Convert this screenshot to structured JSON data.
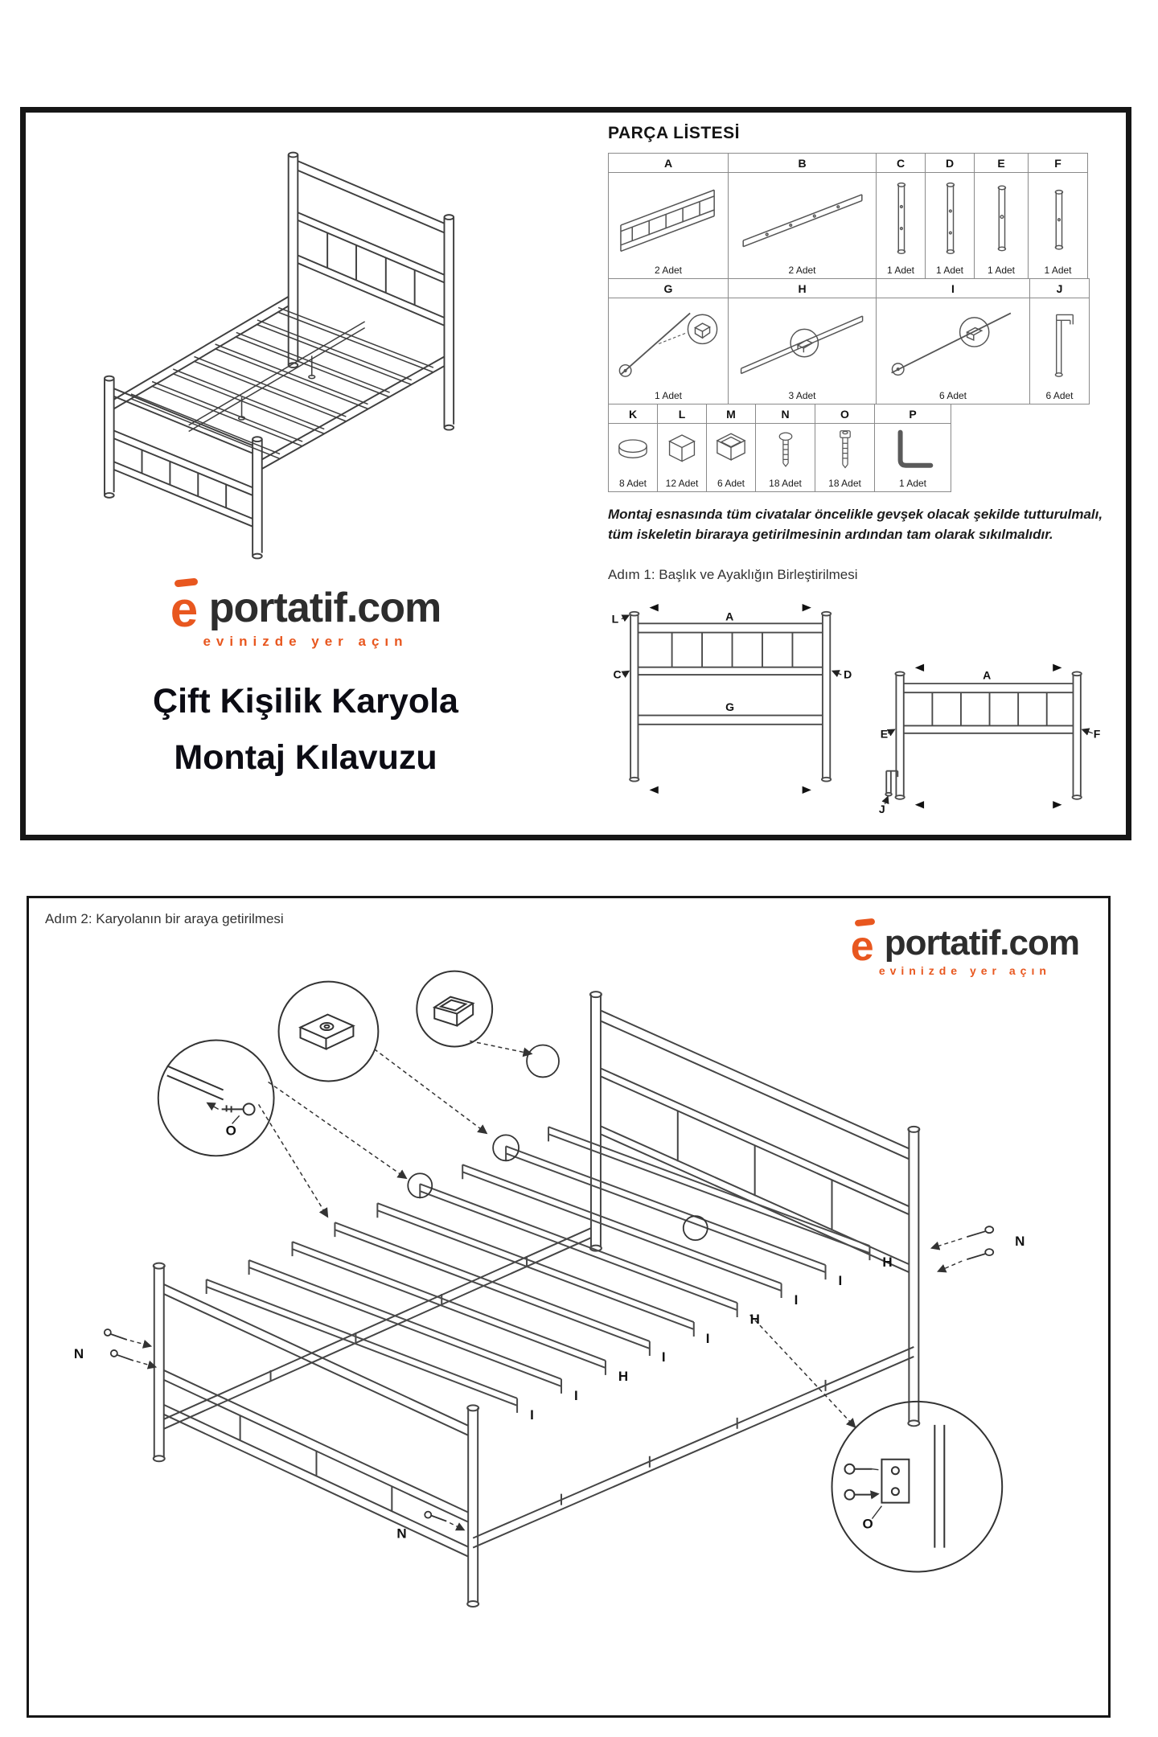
{
  "brand": {
    "name": "portatif.com",
    "tagline": "evinizde yer açın",
    "accent": "#E8571F"
  },
  "page1": {
    "parts_heading": "PARÇA LİSTESİ",
    "title_line1": "Çift Kişilik Karyola",
    "title_line2": "Montaj Kılavuzu",
    "warning": "Montaj esnasında tüm civatalar öncelikle gevşek olacak şekilde tutturulmalı, tüm iskeletin biraraya getirilmesinin ardından tam olarak sıkılmalıdır.",
    "step1_heading": "Adım 1: Başlık ve Ayaklığın Birleştirilmesi",
    "parts": {
      "row1": [
        {
          "label": "A",
          "qty": "2 Adet"
        },
        {
          "label": "B",
          "qty": "2 Adet"
        },
        {
          "label": "C",
          "qty": "1 Adet"
        },
        {
          "label": "D",
          "qty": "1 Adet"
        },
        {
          "label": "E",
          "qty": "1 Adet"
        },
        {
          "label": "F",
          "qty": "1 Adet"
        }
      ],
      "row2": [
        {
          "label": "G",
          "qty": "1 Adet"
        },
        {
          "label": "H",
          "qty": "3 Adet"
        },
        {
          "label": "I",
          "qty": "6 Adet"
        },
        {
          "label": "J",
          "qty": "6 Adet"
        }
      ],
      "row3": [
        {
          "label": "K",
          "qty": "8 Adet"
        },
        {
          "label": "L",
          "qty": "12 Adet"
        },
        {
          "label": "M",
          "qty": "6 Adet"
        },
        {
          "label": "N",
          "qty": "18 Adet"
        },
        {
          "label": "O",
          "qty": "18 Adet"
        },
        {
          "label": "P",
          "qty": "1 Adet"
        }
      ]
    },
    "step1_labels": {
      "L": "L",
      "C": "C",
      "A": "A",
      "D": "D",
      "G": "G",
      "E": "E",
      "F": "F",
      "J": "J"
    }
  },
  "page2": {
    "step2_heading": "Adım 2: Karyolanın bir araya getirilmesi",
    "part_labels": {
      "H": "H",
      "I": "I",
      "N": "N",
      "O": "O"
    }
  }
}
